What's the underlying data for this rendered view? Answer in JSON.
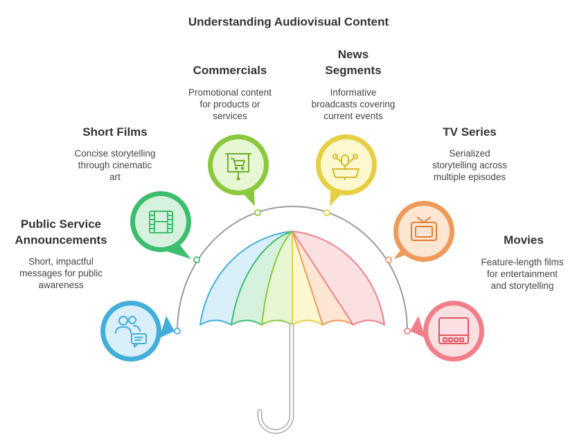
{
  "title": "Understanding Audiovisual Content",
  "colors": {
    "pink": "#f07f89",
    "canopy_pink": "#fbe0e1",
    "orange": "#ee9a5a",
    "canopy_orange": "#fde6d2",
    "yellow": "#e6cf45",
    "canopy_yellow": "#fdf8cf",
    "green": "#8cc83e",
    "canopy_green": "#e7f6d3",
    "teal": "#3dbd6e",
    "canopy_teal": "#d6f2df",
    "blue": "#42aed9",
    "canopy_blue": "#d9eff9",
    "gray": "#8a8a8a"
  },
  "items": [
    {
      "id": "psa",
      "heading": [
        "Public Service",
        "Announcements"
      ],
      "description": [
        "Short, impactful",
        "messages for public",
        "awareness"
      ],
      "icon": "people-chat-icon",
      "color": "#42aed9"
    },
    {
      "id": "short-films",
      "heading": [
        "Short Films"
      ],
      "description": [
        "Concise storytelling",
        "through cinematic",
        "art"
      ],
      "icon": "film-strip-icon",
      "color": "#3dbd6e"
    },
    {
      "id": "commercials",
      "heading": [
        "Commercials"
      ],
      "description": [
        "Promotional content",
        "for products or",
        "services"
      ],
      "icon": "cart-presentation-icon",
      "color": "#8cc83e"
    },
    {
      "id": "news",
      "heading": [
        "News",
        "Segments"
      ],
      "description": [
        "Informative",
        "broadcasts covering",
        "current events"
      ],
      "icon": "microphone-podium-icon",
      "color": "#e6cf45"
    },
    {
      "id": "tv-series",
      "heading": [
        "TV Series"
      ],
      "description": [
        "Serialized",
        "storytelling across",
        "multiple episodes"
      ],
      "icon": "television-icon",
      "color": "#ee9a5a"
    },
    {
      "id": "movies",
      "heading": [
        "Movies"
      ],
      "description": [
        "Feature-length films",
        "for entertainment",
        "and storytelling"
      ],
      "icon": "screen-icon",
      "color": "#f07f89"
    }
  ]
}
